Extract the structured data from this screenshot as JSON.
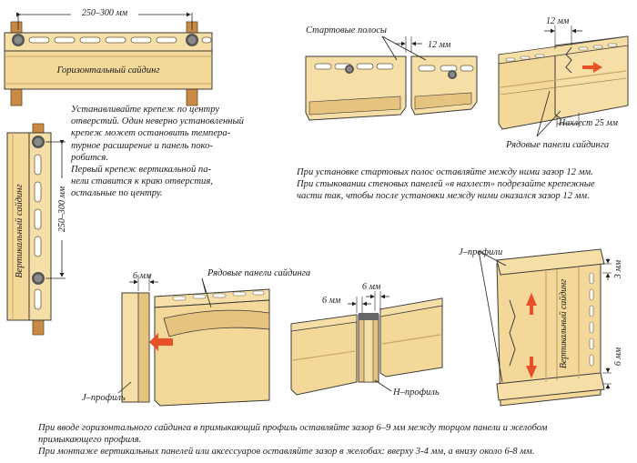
{
  "labels": {
    "dim_250_300_top": "250–300 мм",
    "horizontal_siding": "Горизонтальный сайдинг",
    "vertical_siding": "Вертикальный сайдинг",
    "dim_250_300_left": "250–300 мм",
    "start_strips": "Стартовые полосы",
    "gap_12_start": "12 мм",
    "gap_12_overlap": "12 мм",
    "overlap_25": "Нахлест 25 мм",
    "row_panels_top": "Рядовые панели сайдинга",
    "gap_6_j": "6 мм",
    "row_panels_bottom": "Рядовые панели сайдинга",
    "j_profile_left": "J–профиль",
    "gap_6_h_left": "6 мм",
    "gap_6_h_right": "6 мм",
    "h_profile": "H–профиль",
    "j_profiles_right": "J–профили",
    "vertical_siding_right": "Вертикальный сайдинг",
    "gap_3": "3 мм",
    "gap_6_bottom": "6 мм"
  },
  "captions": {
    "fastener": [
      "Устанавливайте крепеж по центру",
      "отверстий. Один неверно установленный",
      "крепеж может остановить темпера-",
      "турное расширение и панель поко-",
      "робится.",
      "Первый крепеж вертикальной па-",
      "нели ставится к краю отверстия,",
      "остальные по центру."
    ],
    "start_strips": [
      "При установке стартовых полос оставляйте между ними зазор 12 мм.",
      "При стыковании стеновых панелей «в нахлест» подрезайте крепежные",
      "части так, чтобы после установки между ними оказался зазор 12 мм."
    ],
    "profile_gaps": [
      "При вводе горизонтального сайдинга в примыкающий профиль оставляйте зазор 6–9 мм между торцом панели и желобом",
      "примыкающего профиля.",
      "При монтаже вертикальных панелей или аксессуаров оставляйте зазор в желобах: вверху 3-4 мм, а внизу около 6-8 мм."
    ]
  },
  "colors": {
    "panel": "#f6dfa6",
    "panel_shade": "#e6c47f",
    "outline": "#3a3a3a",
    "post": "#c98a45",
    "arrow": "#e8502a"
  }
}
